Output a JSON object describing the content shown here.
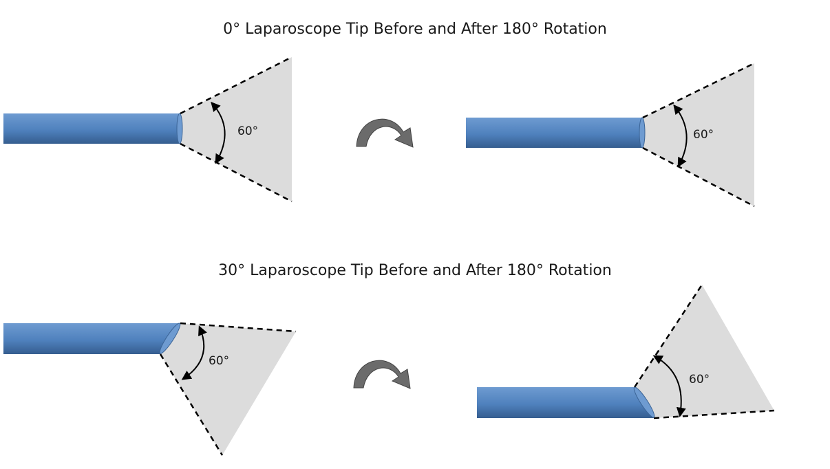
{
  "titles": {
    "top": "0° Laparoscope Tip Before and After 180° Rotation",
    "bottom": "30° Laparoscope Tip Before and After 180° Rotation"
  },
  "angle_labels": {
    "top_left": "60°",
    "top_right": "60°",
    "bottom_left": "60°",
    "bottom_right": "60°"
  },
  "colors": {
    "scope_body": "#4f81bd",
    "scope_dark": "#3b6496",
    "scope_light": "#6e9bd1",
    "field_of_view": "#dcdcdc",
    "rotation_arrow": "#6b6b6b",
    "line": "#000000"
  }
}
